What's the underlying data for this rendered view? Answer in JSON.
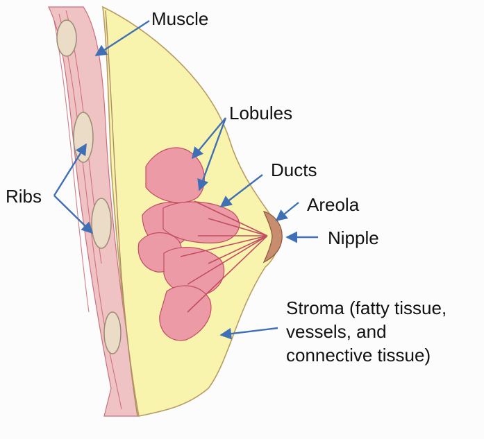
{
  "labels": {
    "muscle": "Muscle",
    "lobules": "Lobules",
    "ducts": "Ducts",
    "ribs": "Ribs",
    "areola": "Areola",
    "nipple": "Nipple",
    "stroma": [
      "Stroma (fatty tissue,",
      "vessels, and",
      "connective tissue)"
    ]
  },
  "colors": {
    "arrow": "#3f6fb5",
    "fat": "#f7f1a8",
    "lobule": "#e27a8c",
    "muscle": "#e4a3ab",
    "rib": "#e9dcc8"
  }
}
